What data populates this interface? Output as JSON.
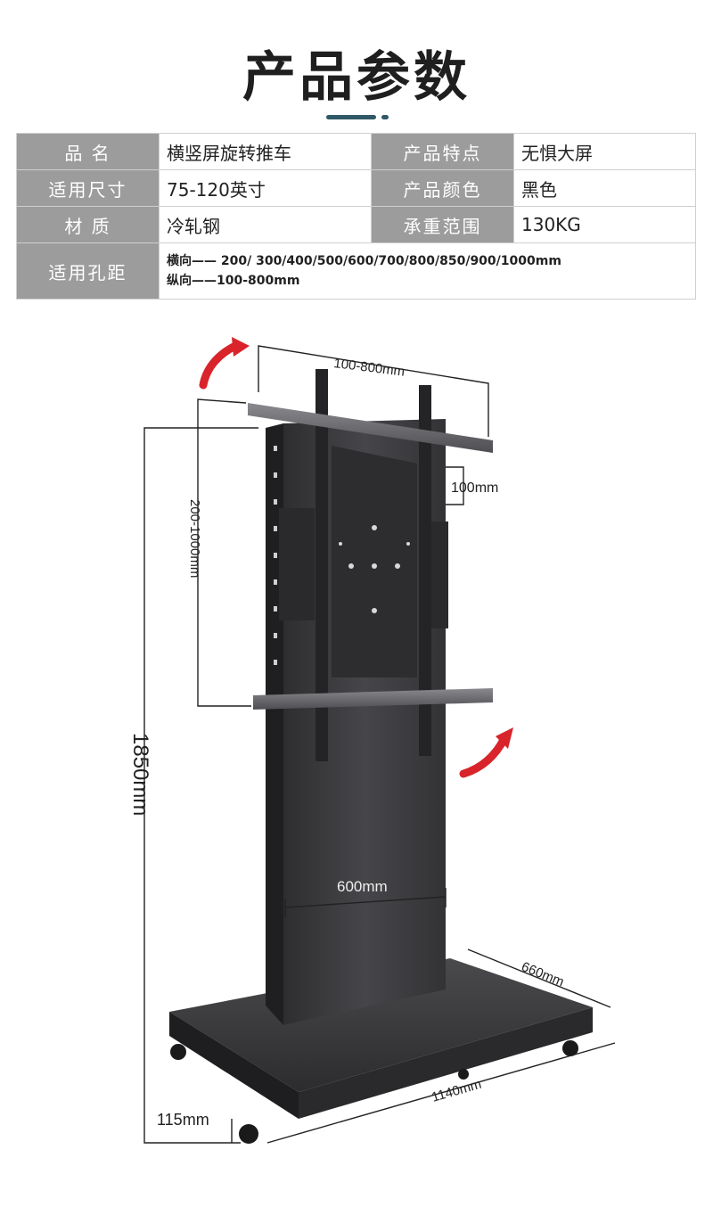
{
  "title": "产品参数",
  "specs": {
    "rows": [
      {
        "label1": "品 名",
        "value1": "横竖屏旋转推车",
        "label2": "产品特点",
        "value2": "无惧大屏"
      },
      {
        "label1": "适用尺寸",
        "value1": "75-120英寸",
        "label2": "产品颜色",
        "value2": "黑色"
      },
      {
        "label1": "材 质",
        "value1": "冷轧钢",
        "label2": "承重范围",
        "value2": "130KG"
      }
    ],
    "holes": {
      "label": "适用孔距",
      "horizontal": "横向—— 200/ 300/400/500/600/700/800/850/900/1000mm",
      "vertical": "纵向——100-800mm"
    }
  },
  "dimensions": {
    "width_mount": "100-800mm",
    "mount_step": "100mm",
    "vertical_range": "200-1000mm",
    "height": "1850mm",
    "column_width": "600mm",
    "base_depth": "660mm",
    "base_width": "1140mm",
    "base_height": "115mm"
  },
  "colors": {
    "accent": "#2f5866",
    "label_bg": "#9c9c9c",
    "arrow": "#d8242a",
    "steel": "#3a3a3c"
  }
}
